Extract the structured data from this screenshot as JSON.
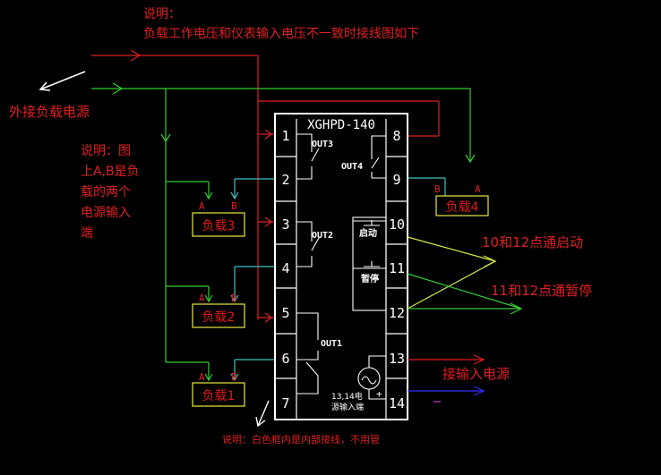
{
  "colors": {
    "background": "#000000",
    "red": "#e02020",
    "green": "#33cc33",
    "white": "#ffffff",
    "yellow": "#e8e840",
    "cyan": "#40c0c0",
    "blue": "#3030ff",
    "load_text": "#e01818",
    "note_text": "#e02020"
  },
  "notes": {
    "title_label": "说明：",
    "title_text": "负载工作电压和仪表输入电压不一致时接线图如下",
    "external_supply": "外接负载电源",
    "side_note_lines": [
      "说明：图",
      "上A,B是负",
      "载的两个",
      "电源输入",
      "端"
    ],
    "bottom_note": "说明：白色框内是内部接线，不用管"
  },
  "device": {
    "model": "XGHPD-140",
    "left_pins": [
      "1",
      "2",
      "3",
      "4",
      "5",
      "6",
      "7"
    ],
    "right_pins": [
      "8",
      "9",
      "10",
      "11",
      "12",
      "13",
      "14"
    ],
    "outputs": [
      "OUT3",
      "OUT4",
      "OUT2",
      "OUT1"
    ],
    "start_button": "启动",
    "pause_button": "暂停",
    "power_line1": "13,14电",
    "power_line2": "源输入端",
    "plus_sign": "+"
  },
  "loads": [
    {
      "label": "负载3",
      "a": "A",
      "b": "B"
    },
    {
      "label": "负载2",
      "a": "A",
      "b": "B"
    },
    {
      "label": "负载1",
      "a": "A",
      "b": "B"
    },
    {
      "label": "负载4",
      "a": "A",
      "b": "B"
    }
  ],
  "annotations": {
    "start_note": "10和12点通启动",
    "pause_note": "11和12点通暂停",
    "power_input": "接输入电源"
  }
}
